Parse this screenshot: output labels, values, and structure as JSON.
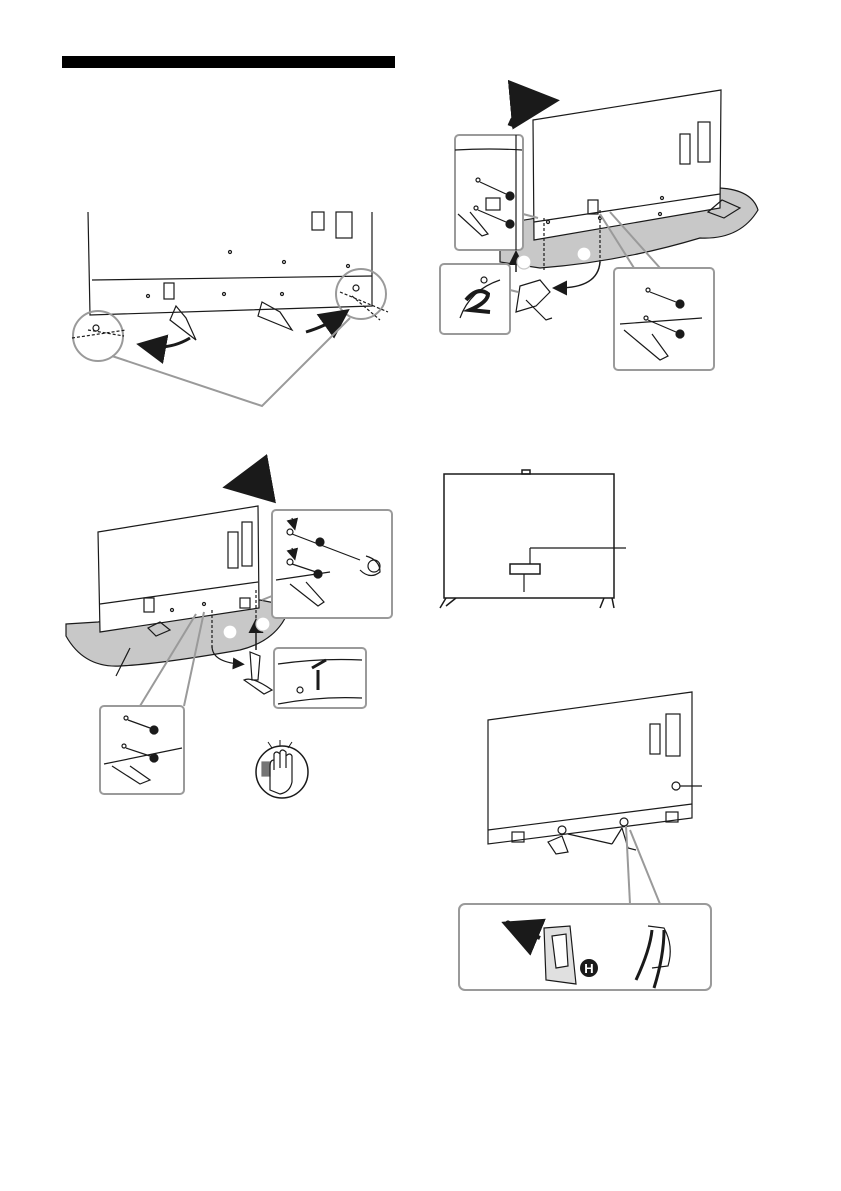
{
  "page": {
    "header_bar": "section-heading-bar"
  },
  "figures": [
    {
      "name": "figure-remove-stand-legs",
      "icon": "tv-rear-legs-rotate-icon"
    },
    {
      "name": "figure-attach-leg-left",
      "icon": "tv-stand-screw-attach-icon"
    },
    {
      "name": "figure-attach-leg-right",
      "icon": "tv-stand-screw-attach-icon"
    },
    {
      "name": "figure-front-view-sensor",
      "icon": "tv-front-view-icon"
    },
    {
      "name": "figure-cable-holders",
      "icon": "cable-holder-icon"
    }
  ],
  "marks": {
    "cable_holder_letter": "H"
  },
  "colors": {
    "line": "#1a1a1a",
    "cloth": "#c8c8c8",
    "callout": "#9a9a9a"
  }
}
